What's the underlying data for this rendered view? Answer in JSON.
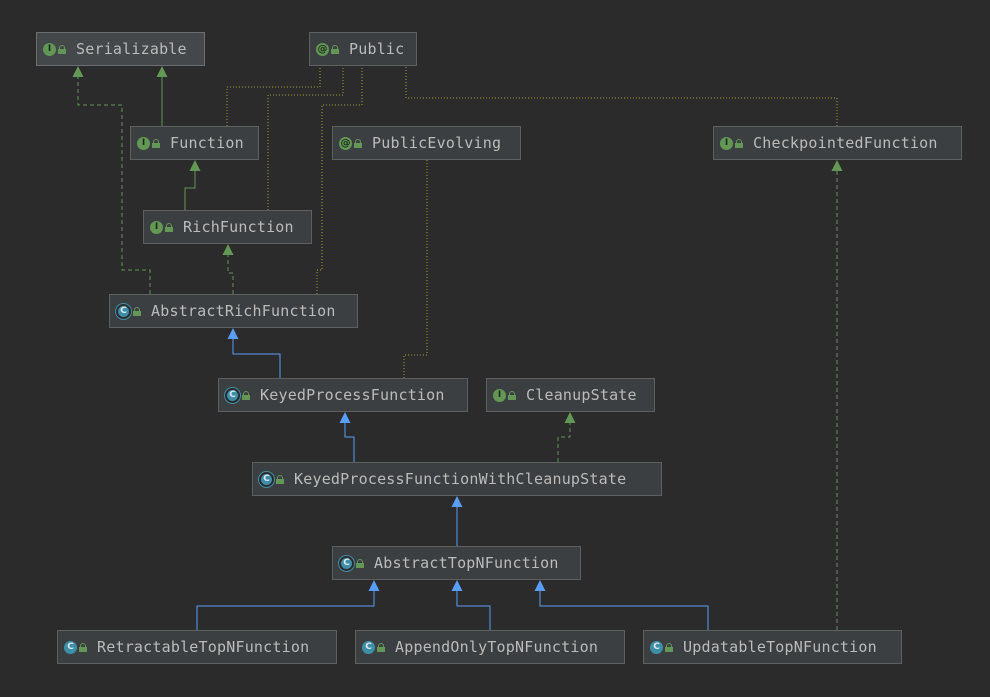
{
  "nodes": [
    {
      "id": "serializable",
      "label": "Serializable",
      "kind": "interface",
      "icon": "I",
      "selected": true
    },
    {
      "id": "public",
      "label": "Public",
      "kind": "annotation",
      "icon": "@",
      "selected": false
    },
    {
      "id": "function",
      "label": "Function",
      "kind": "interface",
      "icon": "I",
      "selected": false
    },
    {
      "id": "public-evolving",
      "label": "PublicEvolving",
      "kind": "annotation",
      "icon": "@",
      "selected": false
    },
    {
      "id": "checkpointed-function",
      "label": "CheckpointedFunction",
      "kind": "interface",
      "icon": "I",
      "selected": false
    },
    {
      "id": "rich-function",
      "label": "RichFunction",
      "kind": "interface",
      "icon": "I",
      "selected": false
    },
    {
      "id": "abstract-rich-function",
      "label": "AbstractRichFunction",
      "kind": "abstract-class",
      "icon": "C",
      "selected": false
    },
    {
      "id": "keyed-process-function",
      "label": "KeyedProcessFunction",
      "kind": "abstract-class",
      "icon": "C",
      "selected": false
    },
    {
      "id": "cleanup-state",
      "label": "CleanupState",
      "kind": "interface",
      "icon": "I",
      "selected": false
    },
    {
      "id": "keyed-process-function-with-cleanup-state",
      "label": "KeyedProcessFunctionWithCleanupState",
      "kind": "abstract-class",
      "icon": "C",
      "selected": false
    },
    {
      "id": "abstract-top-n-function",
      "label": "AbstractTopNFunction",
      "kind": "abstract-class",
      "icon": "C",
      "selected": false
    },
    {
      "id": "retractable-top-n-function",
      "label": "RetractableTopNFunction",
      "kind": "class",
      "icon": "C",
      "selected": false
    },
    {
      "id": "append-only-top-n-function",
      "label": "AppendOnlyTopNFunction",
      "kind": "class",
      "icon": "C",
      "selected": false
    },
    {
      "id": "updatable-top-n-function",
      "label": "UpdatableTopNFunction",
      "kind": "class",
      "icon": "C",
      "selected": false
    }
  ],
  "edges": [
    {
      "from": "function",
      "to": "serializable",
      "type": "interface-extends"
    },
    {
      "from": "abstract-rich-function",
      "to": "serializable",
      "type": "implements"
    },
    {
      "from": "rich-function",
      "to": "function",
      "type": "interface-extends"
    },
    {
      "from": "abstract-rich-function",
      "to": "rich-function",
      "type": "implements"
    },
    {
      "from": "keyed-process-function",
      "to": "abstract-rich-function",
      "type": "extends"
    },
    {
      "from": "keyed-process-function-with-cleanup-state",
      "to": "keyed-process-function",
      "type": "extends"
    },
    {
      "from": "keyed-process-function-with-cleanup-state",
      "to": "cleanup-state",
      "type": "implements"
    },
    {
      "from": "abstract-top-n-function",
      "to": "keyed-process-function-with-cleanup-state",
      "type": "extends"
    },
    {
      "from": "retractable-top-n-function",
      "to": "abstract-top-n-function",
      "type": "extends"
    },
    {
      "from": "append-only-top-n-function",
      "to": "abstract-top-n-function",
      "type": "extends"
    },
    {
      "from": "updatable-top-n-function",
      "to": "abstract-top-n-function",
      "type": "extends"
    },
    {
      "from": "updatable-top-n-function",
      "to": "checkpointed-function",
      "type": "implements"
    },
    {
      "from": "function",
      "to": "public",
      "type": "annotated"
    },
    {
      "from": "rich-function",
      "to": "public",
      "type": "annotated"
    },
    {
      "from": "abstract-rich-function",
      "to": "public",
      "type": "annotated"
    },
    {
      "from": "checkpointed-function",
      "to": "public",
      "type": "annotated"
    },
    {
      "from": "keyed-process-function",
      "to": "public-evolving",
      "type": "annotated"
    }
  ],
  "colors": {
    "background": "#2b2b2b",
    "extends": "#589df6",
    "implements": "#629755",
    "annotated": "#a0a037"
  }
}
